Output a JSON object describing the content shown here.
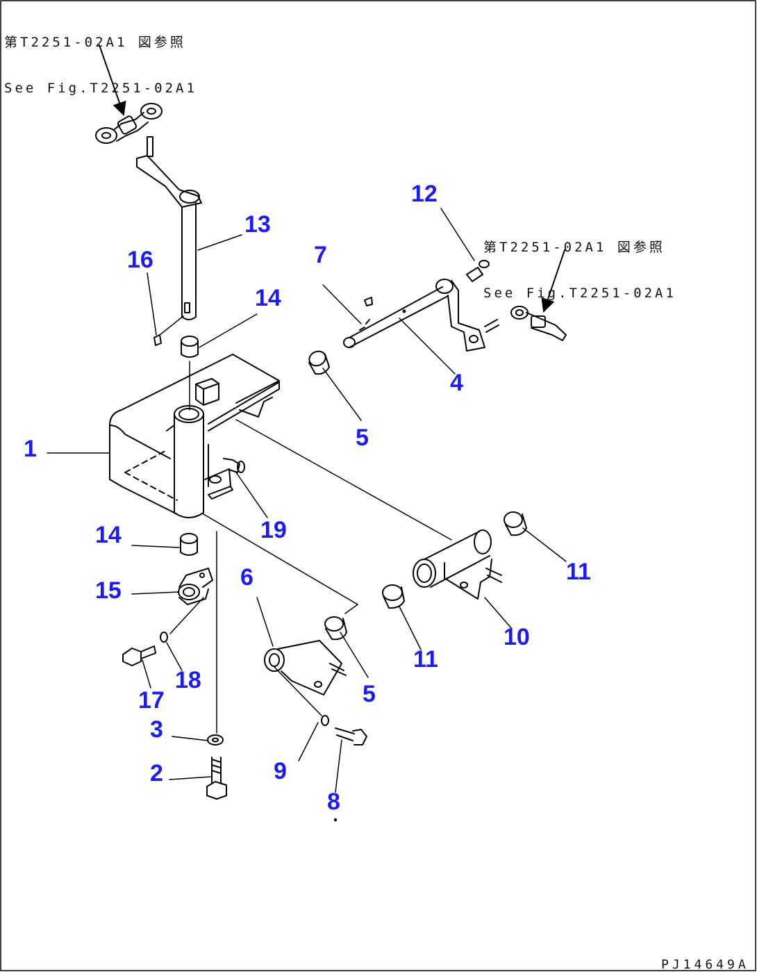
{
  "references": {
    "top_left": {
      "line1": "第T2251-02A1 図参照",
      "line2": "See Fig.T2251-02A1"
    },
    "top_right": {
      "line1": "第T2251-02A1 図参照",
      "line2": "See Fig.T2251-02A1"
    }
  },
  "drawing_id": "PJ14649A",
  "callouts": [
    {
      "id": "c1",
      "label": "1"
    },
    {
      "id": "c2",
      "label": "2"
    },
    {
      "id": "c3",
      "label": "3"
    },
    {
      "id": "c4",
      "label": "4"
    },
    {
      "id": "c5a",
      "label": "5"
    },
    {
      "id": "c5b",
      "label": "5"
    },
    {
      "id": "c6",
      "label": "6"
    },
    {
      "id": "c7",
      "label": "7"
    },
    {
      "id": "c8",
      "label": "8"
    },
    {
      "id": "c9",
      "label": "9"
    },
    {
      "id": "c10",
      "label": "10"
    },
    {
      "id": "c11a",
      "label": "11"
    },
    {
      "id": "c11b",
      "label": "11"
    },
    {
      "id": "c12",
      "label": "12"
    },
    {
      "id": "c13",
      "label": "13"
    },
    {
      "id": "c14a",
      "label": "14"
    },
    {
      "id": "c14b",
      "label": "14"
    },
    {
      "id": "c15",
      "label": "15"
    },
    {
      "id": "c16",
      "label": "16"
    },
    {
      "id": "c17",
      "label": "17"
    },
    {
      "id": "c18",
      "label": "18"
    },
    {
      "id": "c19",
      "label": "19"
    }
  ],
  "colors": {
    "callout": "#1a1aff",
    "line": "#000000",
    "background": "#ffffff"
  }
}
